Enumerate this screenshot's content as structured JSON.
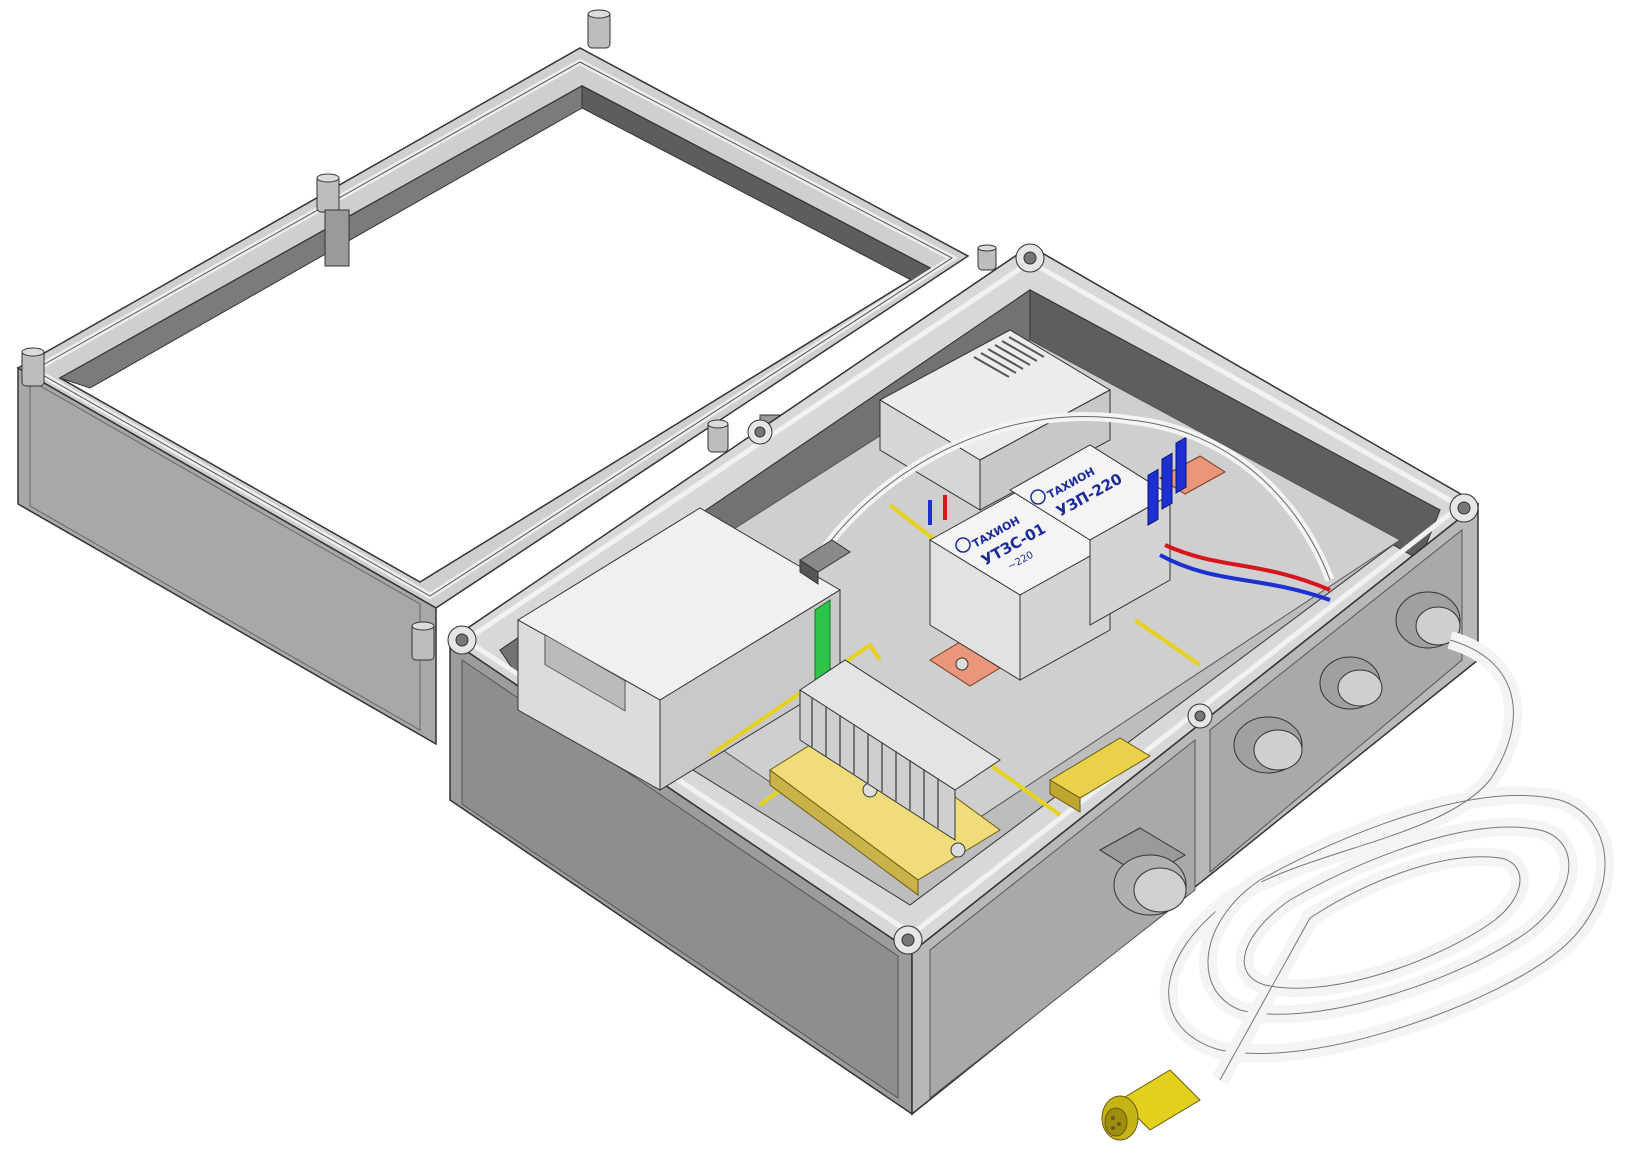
{
  "modules": {
    "left": {
      "brand": "ТАХИОН",
      "model": "УТЗС-01",
      "sub": "~220"
    },
    "right": {
      "brand": "ТАХИОН",
      "model": "УЗП-220"
    }
  },
  "colors": {
    "enclosure": "#9a9a9a",
    "wire_red": "#d8141c",
    "wire_blue": "#1c2fd0",
    "wire_yellow": "#e6d21c",
    "busbar_copper": "#e9967a",
    "label_blue": "#1a2a9c",
    "connector_yellow": "#e2cf1e"
  },
  "icons": [
    "bolt-icon",
    "cable-gland-icon",
    "connector-icon",
    "tahion-logo-icon"
  ]
}
